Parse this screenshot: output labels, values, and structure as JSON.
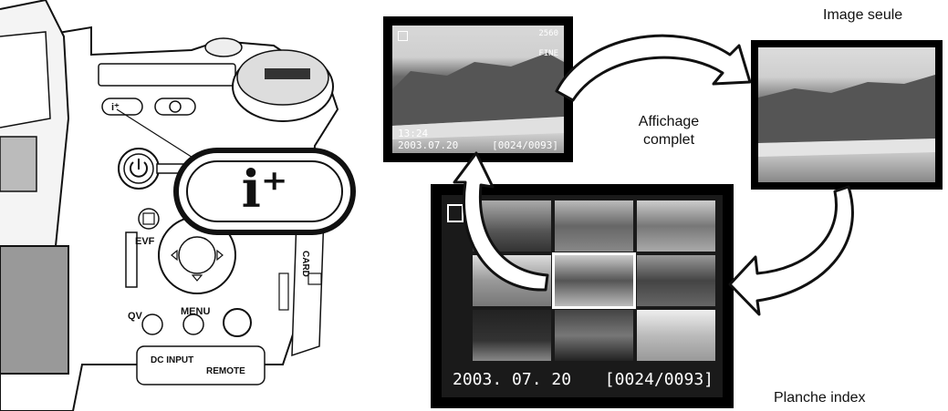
{
  "labels": {
    "single_image": "Image seule",
    "full_display_line1": "Affichage",
    "full_display_line2": "complet",
    "index_sheet": "Planche index"
  },
  "camera": {
    "info_button": "i⁺",
    "evf_label": "EVF",
    "qv_label": "QV",
    "menu_label": "MENU",
    "dc_input_label": "DC INPUT",
    "remote_label": "REMOTE",
    "card_label": "CARD"
  },
  "full_display": {
    "resolution": "2560",
    "quality": "FINE",
    "time": "13:24",
    "date": "2003.07.20",
    "frame_counter": "[0024/0093]"
  },
  "index_display": {
    "date": "2003. 07. 20",
    "frame_counter": "[0024/0093]"
  },
  "colors": {
    "screen_border": "#000000",
    "background": "#ffffff"
  }
}
